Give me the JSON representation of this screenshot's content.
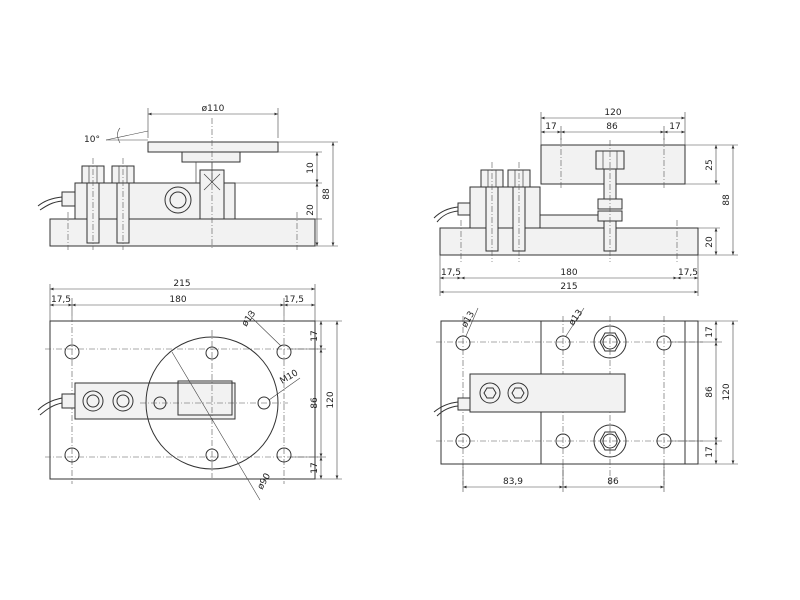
{
  "colors": {
    "line": "#333333",
    "fill": "#f2f2f2",
    "background": "#ffffff"
  },
  "front_view": {
    "d_top_plate": "ø110",
    "tilt_angle": "10°",
    "h_gap": "10",
    "h_total": "88",
    "h_base": "20"
  },
  "side_view": {
    "w_top": "120",
    "hole_offset_left": "17",
    "hole_spacing": "86",
    "hole_offset_right": "17",
    "h_top": "25",
    "h_total": "88",
    "h_base": "20",
    "edge_left": "17,5",
    "center_span": "180",
    "edge_right": "17,5",
    "w_base": "215"
  },
  "plan_left": {
    "w_total": "215",
    "edge_left": "17,5",
    "center_span": "180",
    "edge_right": "17,5",
    "hole_dia": "ø13",
    "thread": "M10",
    "disc_dia": "ø90",
    "edge_top": "17",
    "hole_spacing": "86",
    "h_total": "120",
    "edge_bottom": "17"
  },
  "plan_right": {
    "hole_dia_left": "ø13",
    "hole_dia_right": "ø13",
    "edge_top": "17",
    "hole_spacing": "86",
    "h_total": "120",
    "edge_bottom": "17",
    "offset": "83,9",
    "spacing": "86"
  }
}
